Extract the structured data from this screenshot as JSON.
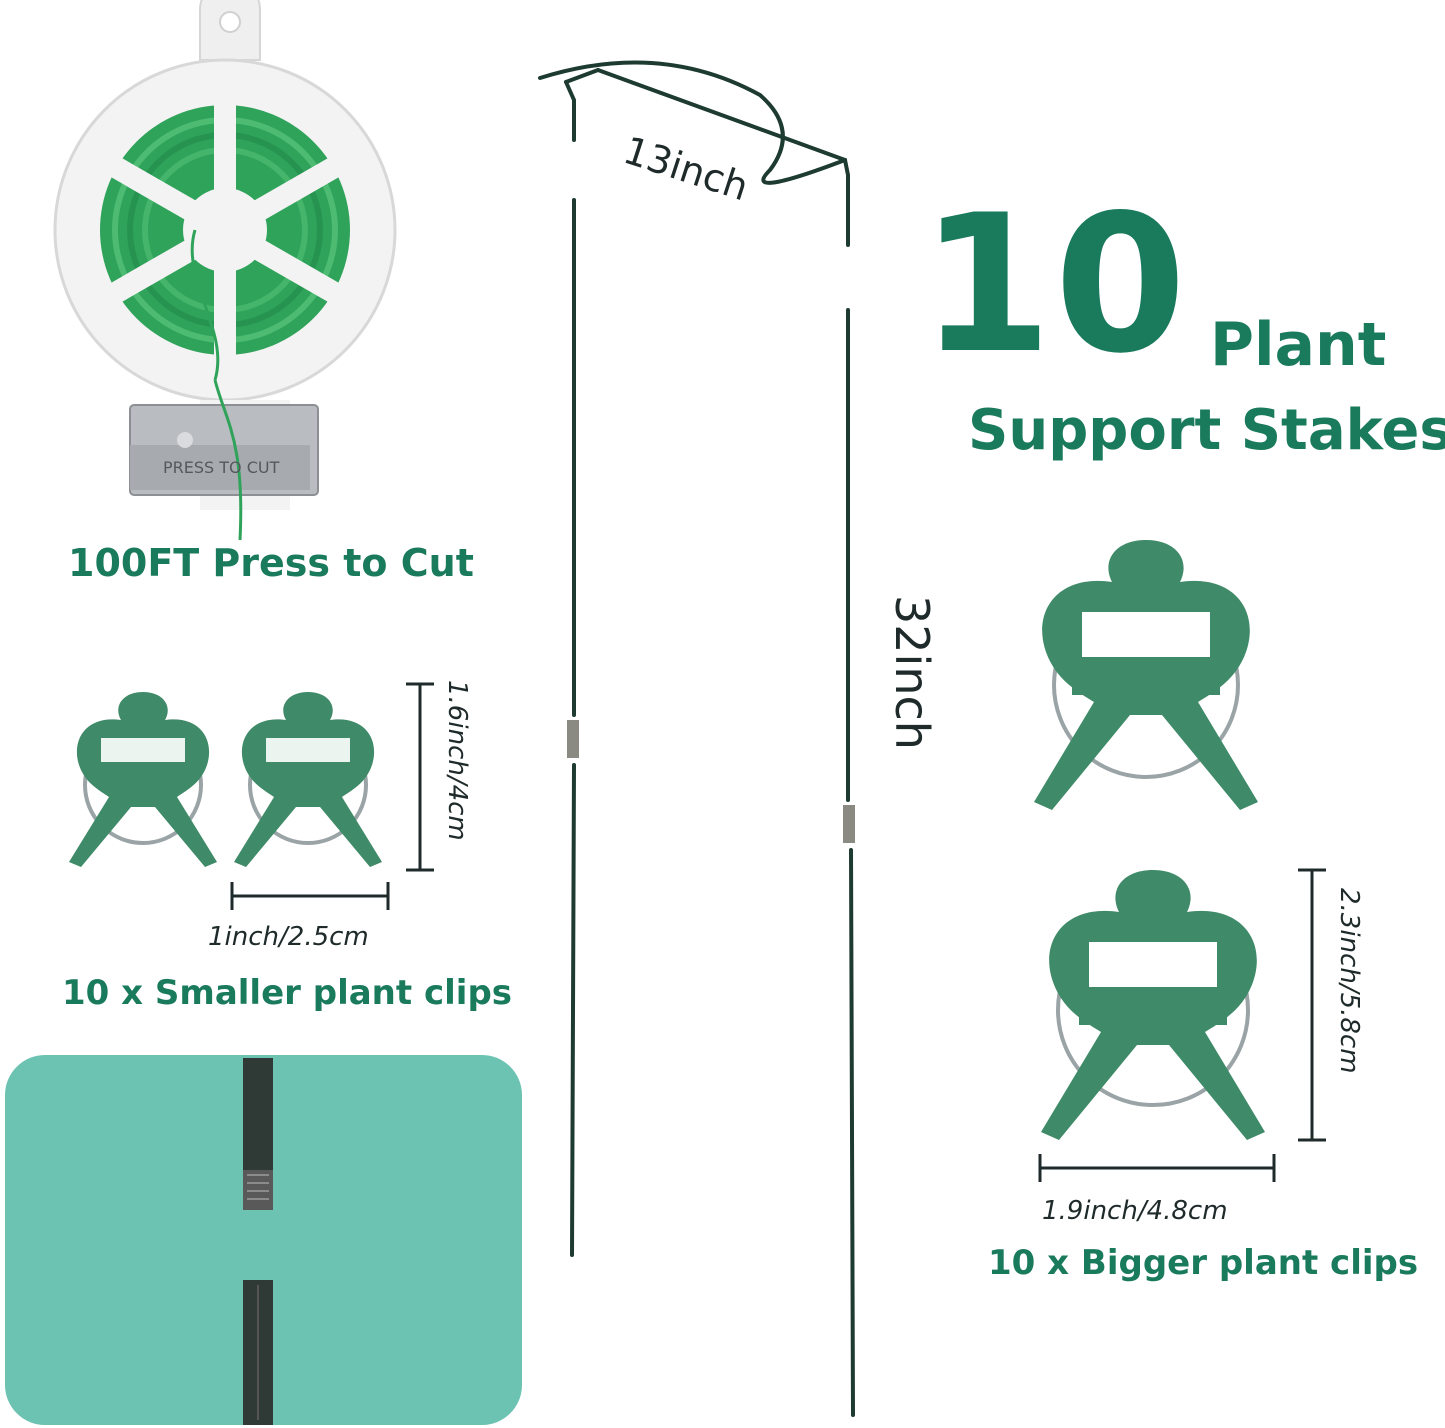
{
  "headline": {
    "number": "10",
    "line1": "Plant",
    "line2": "Support Stakes"
  },
  "spool": {
    "caption": "100FT Press to Cut",
    "cutter_text": "PRESS TO CUT"
  },
  "stake": {
    "width_label": "13inch",
    "height_label": "32inch"
  },
  "small_clips": {
    "height_label": "1.6inch/4cm",
    "width_label": "1inch/2.5cm",
    "caption": "10 x Smaller plant clips"
  },
  "big_clips": {
    "height_label": "2.3inch/5.8cm",
    "width_label": "1.9inch/4.8cm",
    "caption": "10 x Bigger plant clips"
  },
  "colors": {
    "brand_green": "#1a7a5c",
    "clip_green": "#3f8a68",
    "teal_panel": "#6cc3b2",
    "stake_dark": "#1d3b30"
  },
  "icons": [
    "wire-spool-icon",
    "plant-stake-icon",
    "plant-clip-icon",
    "stake-connector-icon"
  ]
}
